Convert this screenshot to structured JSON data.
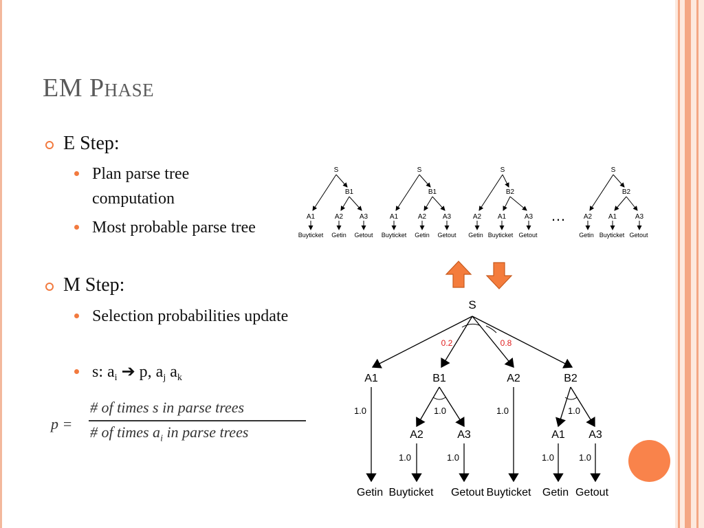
{
  "slide": {
    "title_prefix": "EM P",
    "title_rest": "hase",
    "bullets": [
      {
        "label": "E Step:"
      },
      {
        "label": "M Step:"
      }
    ],
    "e_step_items": [
      "Plan parse tree computation",
      "Most probable parse tree"
    ],
    "m_step_items": [
      "Selection probabilities update"
    ],
    "rule": {
      "prefix": "s: a",
      "i": "i",
      "arrow": "➔",
      "mid": " p, a",
      "j": "j",
      "space": " a",
      "k": "k"
    },
    "formula": {
      "lhs": "p =",
      "numerator": "# of times s in parse trees",
      "denominator_pre": "# of times a",
      "denominator_sub": "i",
      "denominator_post": " in parse trees"
    }
  },
  "small_trees": [
    {
      "root": "S",
      "mid": "B1",
      "left_leaf": "A1",
      "mid_leaves": [
        "A2",
        "A3"
      ],
      "terminals": [
        "Buyticket",
        "Getin",
        "Getout"
      ]
    },
    {
      "root": "S",
      "mid": "B1",
      "left_leaf": "A1",
      "mid_leaves": [
        "A2",
        "A3"
      ],
      "terminals": [
        "Buyticket",
        "Getin",
        "Getout"
      ]
    },
    {
      "root": "S",
      "mid": "B2",
      "left_leaf": "A2",
      "mid_leaves": [
        "A1",
        "A3"
      ],
      "terminals": [
        "Getin",
        "Buyticket",
        "Getout"
      ]
    },
    {
      "root": "S",
      "mid": "B2",
      "left_leaf": "A2",
      "mid_leaves": [
        "A1",
        "A3"
      ],
      "terminals": [
        "Getin",
        "Buyticket",
        "Getout"
      ]
    }
  ],
  "ellipsis": "…",
  "big_tree": {
    "root": "S",
    "prob_left": "0.2",
    "prob_right": "0.8",
    "level1": [
      "A1",
      "B1",
      "A2",
      "B2"
    ],
    "level2": [
      "A2",
      "A3",
      "A1",
      "A3"
    ],
    "probs": {
      "a1": "1.0",
      "b1": "1.0",
      "a2": "1.0",
      "b2": "1.0",
      "b1_l": "1.0",
      "b1_r": "1.0",
      "b2_l": "1.0",
      "b2_r": "1.0"
    },
    "terminals": [
      "Getin",
      "Buyticket",
      "Getout",
      "Buyticket",
      "Getin",
      "Getout"
    ]
  },
  "colors": {
    "accent": "#f27a3f",
    "arrow": "#f47c3c",
    "prob_red": "#e02020"
  }
}
